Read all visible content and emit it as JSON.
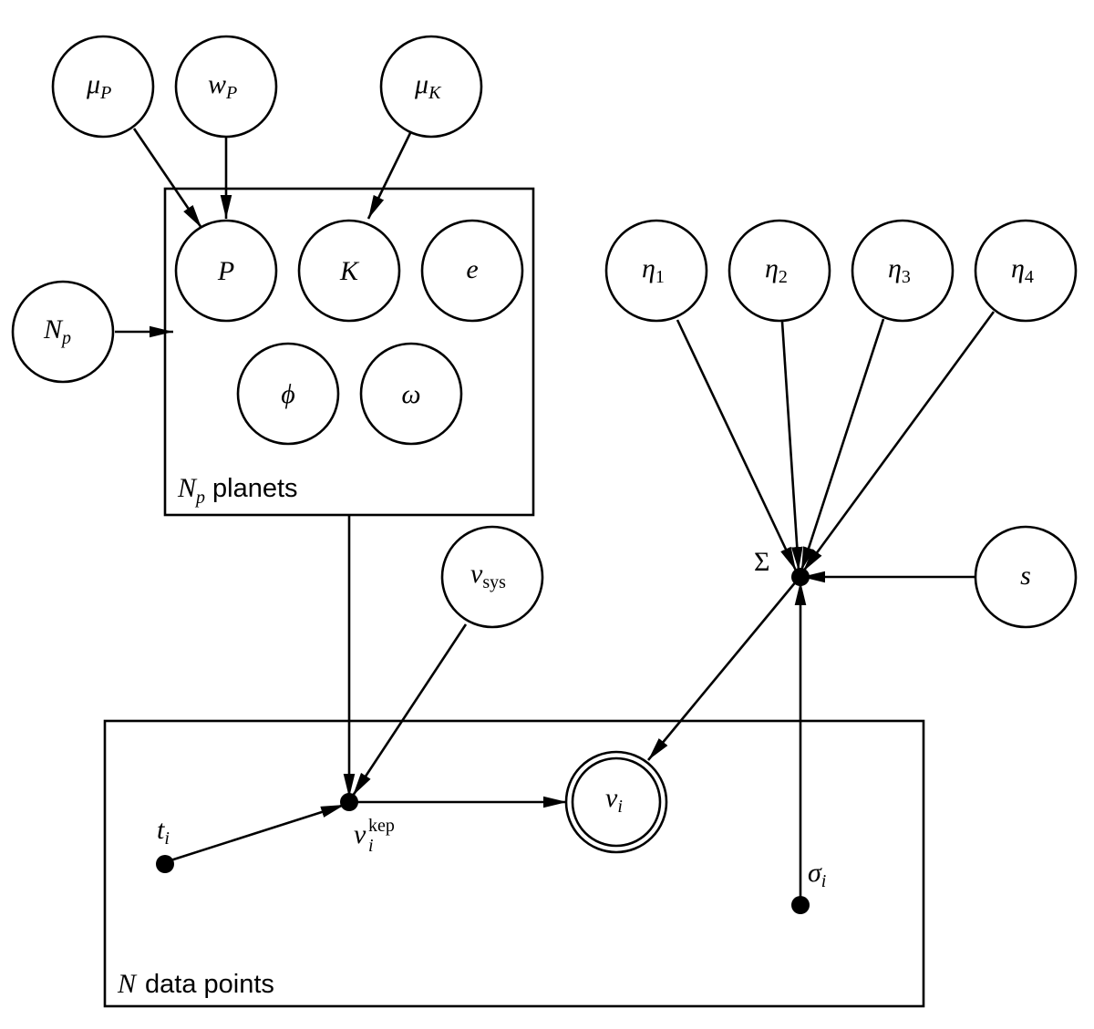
{
  "nodes": {
    "mu_P": {
      "sym": "μ",
      "sub": "P"
    },
    "w_P": {
      "sym": "w",
      "sub": "P"
    },
    "mu_K": {
      "sym": "μ",
      "sub": "K"
    },
    "P": {
      "sym": "P"
    },
    "K": {
      "sym": "K"
    },
    "e": {
      "sym": "e"
    },
    "phi": {
      "sym": "ϕ"
    },
    "omega": {
      "sym": "ω"
    },
    "N_p": {
      "sym": "N",
      "sub": "p"
    },
    "eta1": {
      "sym": "η",
      "sub": "1"
    },
    "eta2": {
      "sym": "η",
      "sub": "2"
    },
    "eta3": {
      "sym": "η",
      "sub": "3"
    },
    "eta4": {
      "sym": "η",
      "sub": "4"
    },
    "v_sys": {
      "sym": "v",
      "sub": "sys"
    },
    "s": {
      "sym": "s"
    },
    "v_i": {
      "sym": "v",
      "sub": "i"
    },
    "Sigma": {
      "sym": "Σ"
    },
    "t_i": {
      "sym": "t",
      "sub": "i"
    },
    "v_kep": {
      "sym": "v",
      "sub": "i",
      "sup": "kep"
    },
    "sigma_i": {
      "sym": "σ",
      "sub": "i"
    }
  },
  "plates": {
    "planets": {
      "var": "N",
      "var_sub": "p",
      "text": "planets"
    },
    "data": {
      "var": "N",
      "text": "data points"
    }
  }
}
